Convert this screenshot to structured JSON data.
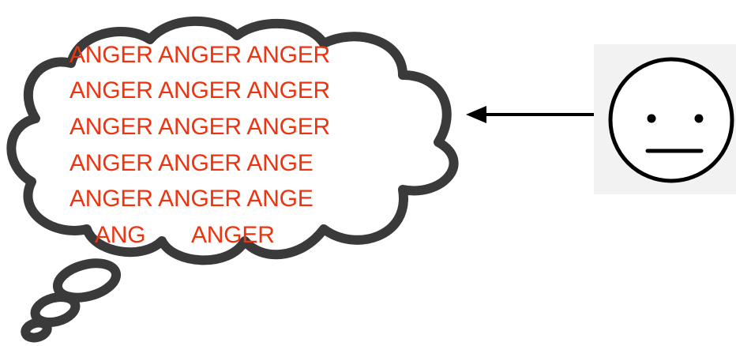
{
  "thought_bubble": {
    "lines": [
      "ANGER ANGER ANGER",
      "ANGER ANGER ANGER",
      "ANGER ANGER ANGER",
      "ANGER ANGER ANGE",
      "ANGER ANGER ANGE",
      "ANG",
      "ANGER"
    ]
  },
  "colors": {
    "text": "#ee3311",
    "outline": "#3a3a3a",
    "arrow": "#000000",
    "face_outline": "#000000",
    "face_panel": "#f2f2f2"
  },
  "icons": {
    "face": "neutral-face-icon",
    "arrow": "arrow-left-icon",
    "bubble": "thought-bubble-icon"
  }
}
